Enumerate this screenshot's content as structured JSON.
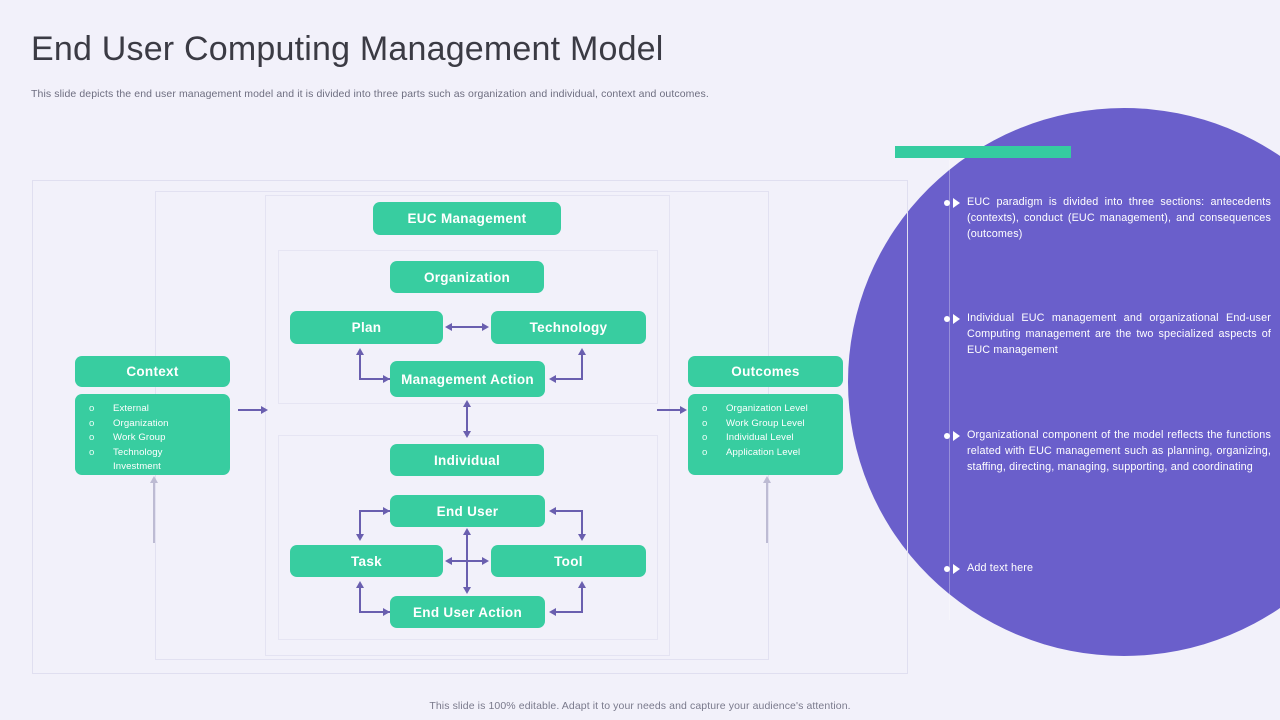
{
  "header": {
    "title": "End User Computing Management Model",
    "subtitle": "This slide depicts the end user management model and it is divided into three parts such as organization and individual, context and outcomes."
  },
  "colors": {
    "background": "#F2F1FA",
    "accent_green": "#38CDA0",
    "accent_purple": "#6A5FCB",
    "arrow_purple": "#6A5FAF",
    "title_text": "#3B3B44"
  },
  "diagram": {
    "nodes": {
      "euc_management": "EUC Management",
      "organization": "Organization",
      "plan": "Plan",
      "technology": "Technology",
      "management_action": "Management Action",
      "individual": "Individual",
      "end_user": "End User",
      "task": "Task",
      "tool": "Tool",
      "end_user_action": "End User Action"
    },
    "context": {
      "title": "Context",
      "items": [
        "External",
        "Organization",
        "Work Group",
        "Technology"
      ],
      "continuation": "Investment",
      "bullet_marker": "o"
    },
    "outcomes": {
      "title": "Outcomes",
      "items": [
        "Organization Level",
        "Work Group Level",
        "Individual Level",
        "Application Level"
      ],
      "bullet_marker": "o"
    }
  },
  "side_panel": {
    "bullets": [
      "EUC paradigm is divided into three sections: antecedents (contexts), conduct (EUC management), and consequences (outcomes)",
      "Individual EUC management and organizational End-user Computing management are the two specialized aspects of EUC management",
      "Organizational component of the model reflects the functions related with EUC management such as planning, organizing, staffing, directing, managing, supporting, and coordinating",
      "Add text here"
    ]
  },
  "footer": {
    "note": "This slide is 100% editable. Adapt it to your needs and capture your audience's attention."
  }
}
